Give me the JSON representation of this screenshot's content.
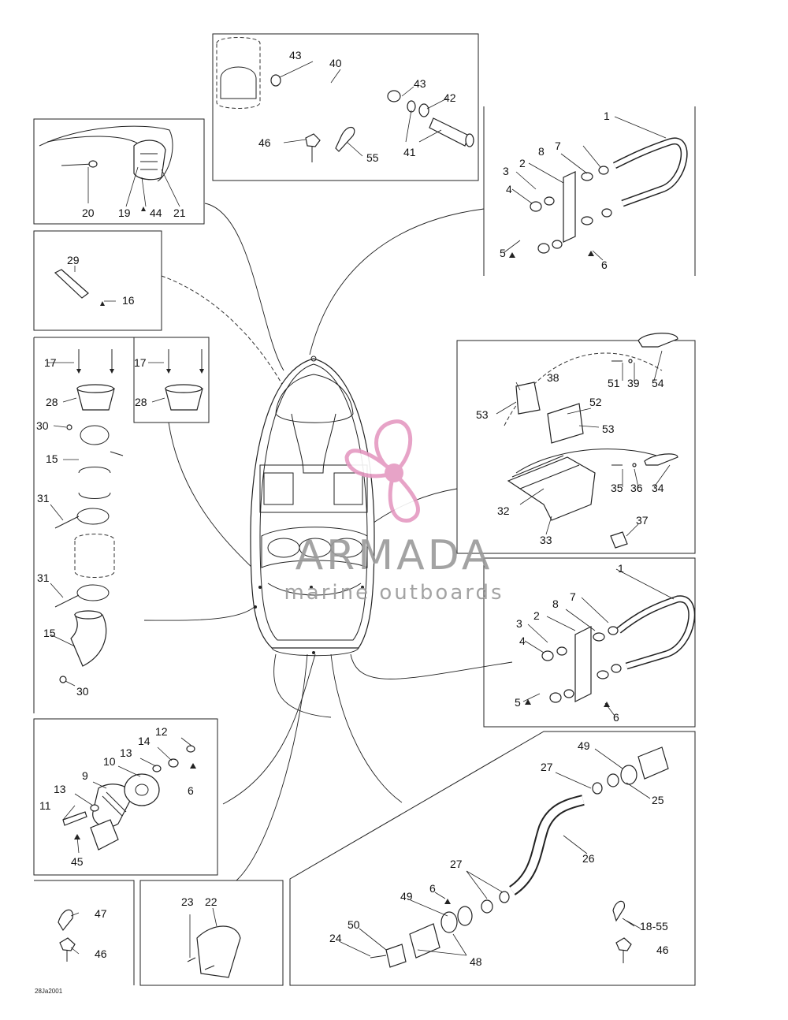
{
  "watermark": {
    "brand": "ARMADA",
    "tagline": "marine outboards",
    "logo_color": "#e59ac2",
    "text_color": "#9a9a9a"
  },
  "footer": {
    "code": "28Ja2001"
  },
  "callouts": {
    "tr_1": "1",
    "tr_2": "2",
    "tr_3": "3",
    "tr_4": "4",
    "tr_5": "5",
    "tr_6": "6",
    "tr_7": "7",
    "tr_8": "8",
    "mr_1": "1",
    "mr_2": "2",
    "mr_3": "3",
    "mr_4": "4",
    "mr_5": "5",
    "mr_6": "6",
    "mr_7": "7",
    "mr_8": "8",
    "t_40": "40",
    "t_41": "41",
    "t_42": "42",
    "t_43a": "43",
    "t_43b": "43",
    "t_46": "46",
    "t_55": "55",
    "tl_19": "19",
    "tl_20": "20",
    "tl_21": "21",
    "tl_44": "44",
    "l_16": "16",
    "l_29": "29",
    "c_15a": "15",
    "c_15b": "15",
    "c_17a": "17",
    "c_17b": "17",
    "c_28a": "28",
    "c_28b": "28",
    "c_30a": "30",
    "c_30b": "30",
    "c_31a": "31",
    "c_31b": "31",
    "r_32": "32",
    "r_33": "33",
    "r_34": "34",
    "r_35": "35",
    "r_36": "36",
    "r_37": "37",
    "r_38": "38",
    "r_39": "39",
    "r_51": "51",
    "r_52": "52",
    "r_53a": "53",
    "r_53b": "53",
    "r_54": "54",
    "bl_6": "6",
    "bl_9": "9",
    "bl_10": "10",
    "bl_11": "11",
    "bl_12": "12",
    "bl_13a": "13",
    "bl_13b": "13",
    "bl_14": "14",
    "bl_45": "45",
    "b_46": "46",
    "b_47": "47",
    "bm_22": "22",
    "bm_23": "23",
    "br_6": "6",
    "br_18_55": "18-55",
    "br_24": "24",
    "br_25": "25",
    "br_26": "26",
    "br_27a": "27",
    "br_27b": "27",
    "br_46": "46",
    "br_48": "48",
    "br_49a": "49",
    "br_49b": "49",
    "br_50": "50"
  }
}
